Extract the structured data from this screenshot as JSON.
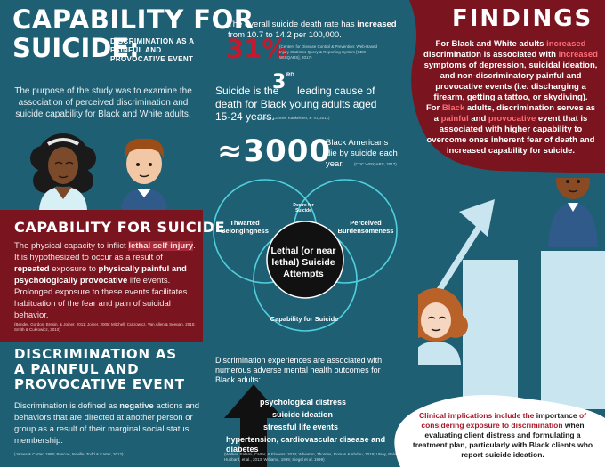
{
  "header": {
    "title_line1": "CAPABILITY FOR",
    "title_line2": "SUICIDE:",
    "subtitle": "DISCRIMINATION AS A PAINFUL AND PROVOCATIVE EVENT"
  },
  "purpose": "The purpose of the study was to examine the association of perceived discrimination and suicide capability for Black and White adults.",
  "capability": {
    "title": "CAPABILITY FOR SUICIDE",
    "t1": "The physical capacity to inflict ",
    "h1": "lethal self-injury",
    "t2": ". It is hypothesized to occur as a result of ",
    "b1": "repeated",
    "t3": " exposure to ",
    "b2": "physically painful and psychologically provocative",
    "t4": " life events. Prolonged exposure to these events facilitates habituation of the fear and pain of suicidal behavior.",
    "citation": "(Bender, Gordon, Bresin, & Joiner, 2011; Joiner, 2005; Mitchell, Cukrowicz, Van Allen & Seegan, 2015; Smith & Cukrowicz, 2010)"
  },
  "discrimination": {
    "title": "DISCRIMINATION AS A PAINFUL AND PROVOCATIVE EVENT",
    "t1": "Discrimination is defined as ",
    "b1": "negative",
    "t2": " actions and behaviors that are directed at another person or group as a result of their marginal social status membership.",
    "citation": "(James & Carter, 1996; Pascoe, Neville, Todd & Carter, 2012)"
  },
  "stats": {
    "rate_text_a": "The overall suicide death rate has ",
    "rate_text_b": "increased",
    "rate_text_c": " from 10.7 to 14.2 per 100,000.",
    "percent": "31%",
    "percent_citation": "(Centers for Disease Control & Prevention: Web-Based Injury Statistics Query & Reporting System [CDC WISQARS], 2017)",
    "third_a": "Suicide is the",
    "third_num": "3",
    "third_sup": "RD",
    "third_b": "leading cause of",
    "third_c": "death for Black young adults aged 15-24 years.",
    "third_citation": "(Castle, Conner, Kaukeinen, & Tu, 2011)",
    "count": "≈3000",
    "count_text": "Black Americans die by suicide each year.",
    "count_citation": "(CDC WISQARS, 2017)"
  },
  "venn": {
    "thwarted": "Thwarted Belongingness",
    "desire": "Desire for Suicide",
    "perceived": "Perceived Burdensomeness",
    "capability": "Capability for Suicide",
    "center": "Lethal (or near lethal) Suicide Attempts"
  },
  "mental_health": {
    "intro": "Discrimination experiences are associated with numerous adverse mental health outcomes for Black adults:",
    "items": [
      "psychological distress",
      "suicide ideation",
      "stressful life events",
      "hypertension, cardiovascular disease and diabetes"
    ],
    "citation": "(Walker, Salami, Carter, & Flowers, 2014; Wheaton, Thomas, Roman & Abdou, 2018; Utsey, Belvet, Hubbard, et al., 2013; Williams, 1999; Siegel et al. 1999)"
  },
  "findings": {
    "title": "FINDINGS",
    "p1a": "For Black and White adults ",
    "p1b": "increased",
    "p1c": " discrimination is associated with ",
    "p1d": "increased",
    "p1e": " symptoms of depression, suicidal ideation, and non-discriminatory painful and provocative events (i.e. discharging a firearm, getting a tattoo, or skydiving).",
    "p2a": "For ",
    "p2b": "Black",
    "p2c": " adults, discrimination serves as a ",
    "p2d": "painful",
    "p2e": " and ",
    "p2f": "provocative",
    "p2g": " event that is associated with higher capability to overcome ones inherent fear of death and increased capability for suicide."
  },
  "clinical": {
    "a": "Clinical implications include the ",
    "b": "importance",
    "c": " of considering exposure to discrimination ",
    "d": "when",
    "e": " evaluating client distress and formulating a treatment plan, particularly with ",
    "f": "Black",
    "g": " clients who report suicide ideation."
  },
  "colors": {
    "background": "#1f5f73",
    "accent_red": "#7a1520",
    "highlight_red": "#c21a2e",
    "light_blue": "#c9e6f0"
  }
}
